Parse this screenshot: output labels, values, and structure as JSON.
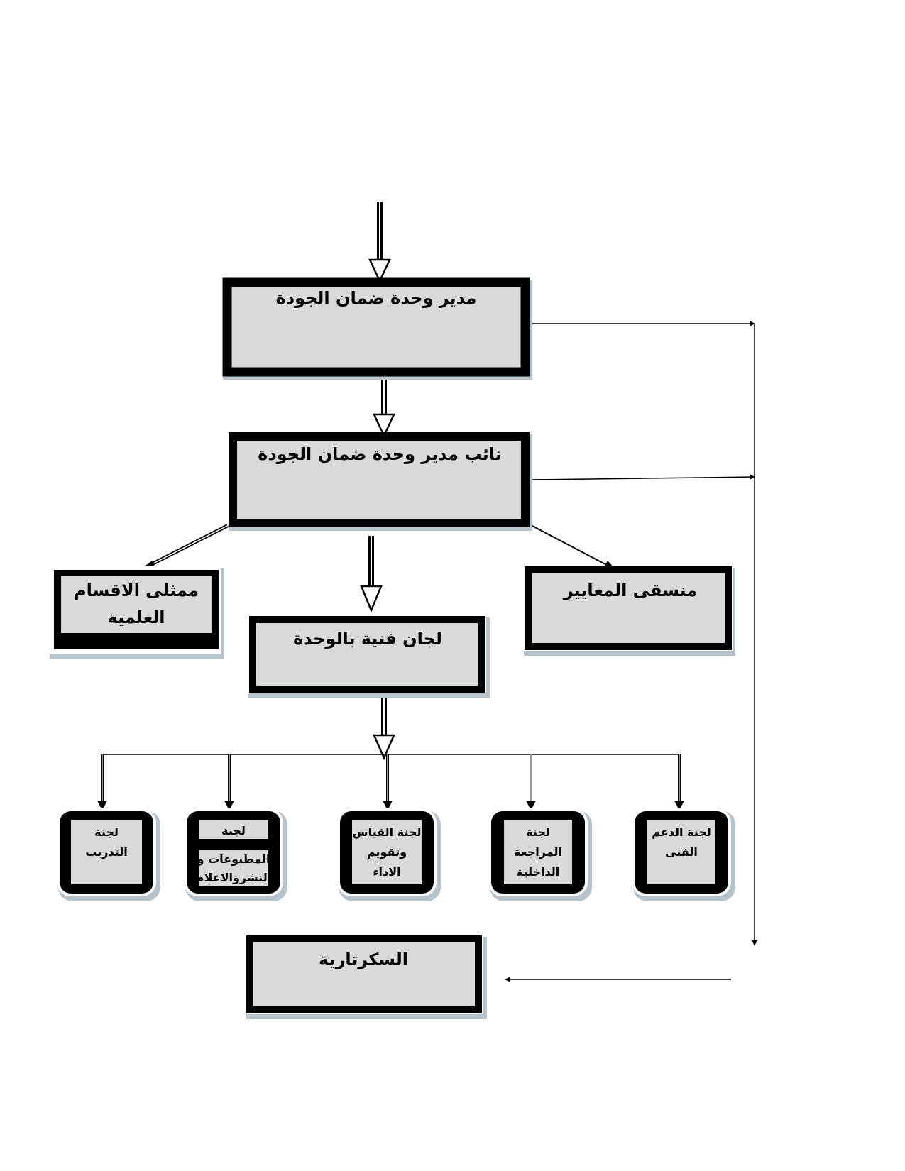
{
  "boxes": {
    "director": "مدير وحدة ضمان الجودة",
    "deputy": "نائب مدير وحدة ضمان الجودة",
    "dept_reps": [
      "ممثلى الاقسام",
      "العلمية"
    ],
    "standards_coordinator": "منسقى المعايير",
    "technical_committees": "لجان فنية بالوحدة",
    "secretariat": "السكرتارية"
  },
  "committees": {
    "training": [
      "لجنة",
      "التدريب"
    ],
    "publications": [
      "لجنة",
      "المطبوعات و",
      "النشروالاعلام"
    ],
    "measurement": [
      "لجنة القياس",
      "وتقويم",
      "الاداء"
    ],
    "audit": [
      "لجنة",
      "المراجعة",
      "الداخلية"
    ],
    "support": [
      "لجنة الدعم",
      "الفنى"
    ]
  },
  "colors": {
    "box_fill": "#d9d9d9",
    "border": "#000000",
    "shadow": "#b7c3cc"
  }
}
